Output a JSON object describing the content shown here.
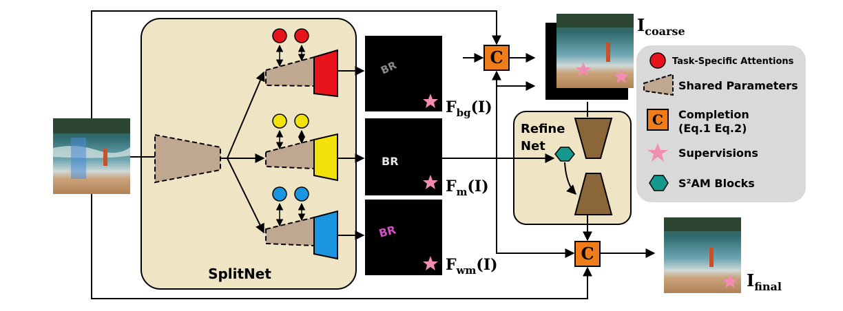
{
  "splitnet": {
    "label": "SplitNet"
  },
  "refinenet": {
    "label_line1": "Refine",
    "label_line2": "Net"
  },
  "completion_symbol": "C",
  "features": [
    {
      "name": "F",
      "sub": "bg",
      "suffix": "(I)"
    },
    {
      "name": "F",
      "sub": "m",
      "suffix": "(I)"
    },
    {
      "name": "F",
      "sub": "wm",
      "suffix": "(I)"
    }
  ],
  "outputs": {
    "coarse": {
      "name": "I",
      "sub": "coarse"
    },
    "final": {
      "name": "I",
      "sub": "final"
    }
  },
  "legend": {
    "attention": "Task-Specific Attentions",
    "shared": "Shared Parameters",
    "completion_line1": "Completion",
    "completion_line2": "(Eq.1 Eq.2)",
    "supervision": "Supervisions",
    "s2am": "S²AM Blocks"
  },
  "colors": {
    "background_branch": "#e8141c",
    "mask_branch": "#f2e20a",
    "watermark_branch": "#1c95e0",
    "shared_encoder": "#c0a78f",
    "panel_fill": "#efe5c4",
    "completion": "#f07d1a",
    "supervision_star": "#f28cb1",
    "s2am": "#15998e",
    "refine_hourglass": "#8a6638",
    "legend_box": "#d9d9d9"
  },
  "icons": [
    "attention-circle-icon",
    "trapezoid-icon",
    "completion-icon",
    "star-icon",
    "hexagon-icon"
  ]
}
